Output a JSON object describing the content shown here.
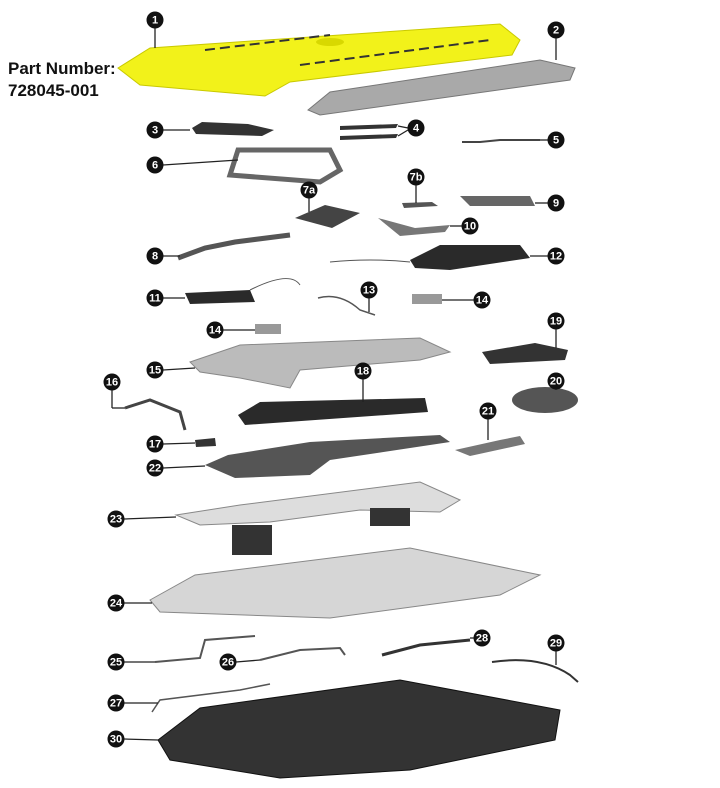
{
  "part_number": {
    "label": "Part Number:",
    "value": "728045-001"
  },
  "highlight_color": "#f2f21a",
  "callouts": [
    "1",
    "2",
    "3",
    "4",
    "5",
    "6",
    "7a",
    "7b",
    "8",
    "9",
    "10",
    "11",
    "12",
    "13",
    "14",
    "14",
    "15",
    "16",
    "17",
    "18",
    "19",
    "20",
    "21",
    "22",
    "23",
    "24",
    "25",
    "26",
    "27",
    "28",
    "29",
    "30"
  ]
}
